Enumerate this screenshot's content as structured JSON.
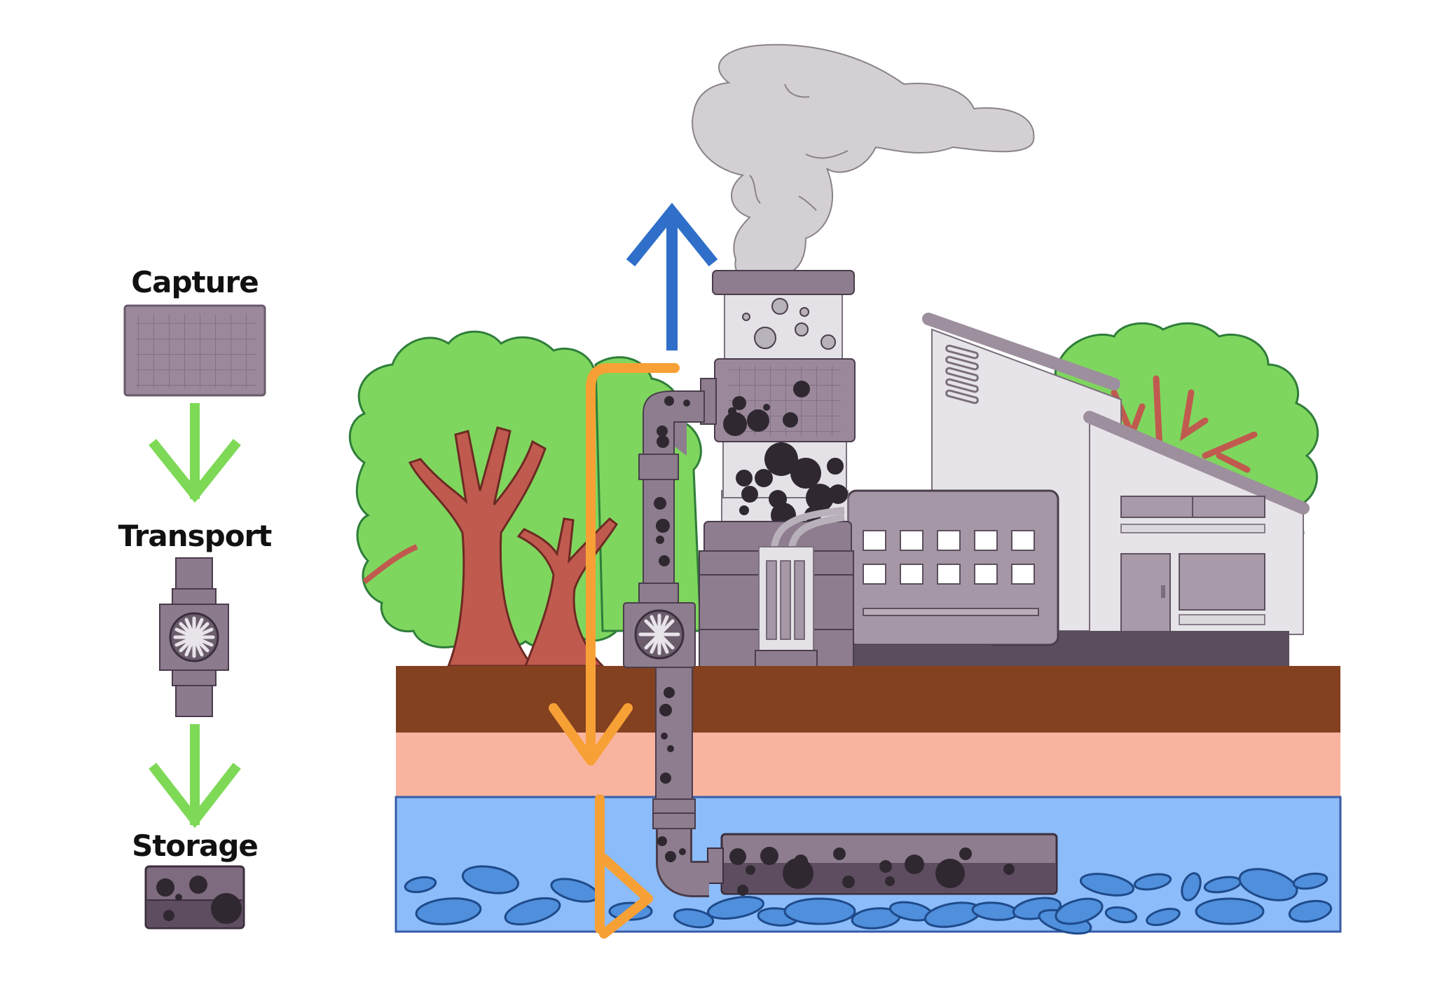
{
  "diagram": {
    "type": "process-illustration",
    "subject": "Carbon capture, transport and storage",
    "legend": {
      "steps": [
        {
          "label": "Capture",
          "icon": "filter-grid-icon"
        },
        {
          "label": "Transport",
          "icon": "pipe-fan-icon"
        },
        {
          "label": "Storage",
          "icon": "storage-tank-icon"
        }
      ],
      "connector_icon": "arrow-down-icon"
    },
    "scene": {
      "elements": [
        "smoke-cloud",
        "chimney-stack",
        "capture-filter",
        "transport-pipe",
        "pump-fan",
        "factory-building",
        "office-building",
        "trees",
        "soil-layers",
        "storage-reservoir"
      ],
      "arrows": [
        {
          "name": "emission-arrow",
          "direction": "up"
        },
        {
          "name": "co2-flow-arrow",
          "direction": "down"
        }
      ],
      "layers": [
        "topsoil",
        "clay-layer",
        "aquifer-rock-layer"
      ]
    },
    "colors": {
      "green_arrow": "#7ed957",
      "blue_arrow": "#2f6fc9",
      "orange_arrow": "#f7a035",
      "machine": "#8e7d8e",
      "smoke": "#d3cfd3",
      "topsoil": "#834120",
      "clay": "#f9b4a0",
      "aquifer": "#8cbcf9",
      "rocks": "#4f8fdc",
      "foliage": "#7fd65e",
      "trunk": "#c05a4f"
    }
  }
}
